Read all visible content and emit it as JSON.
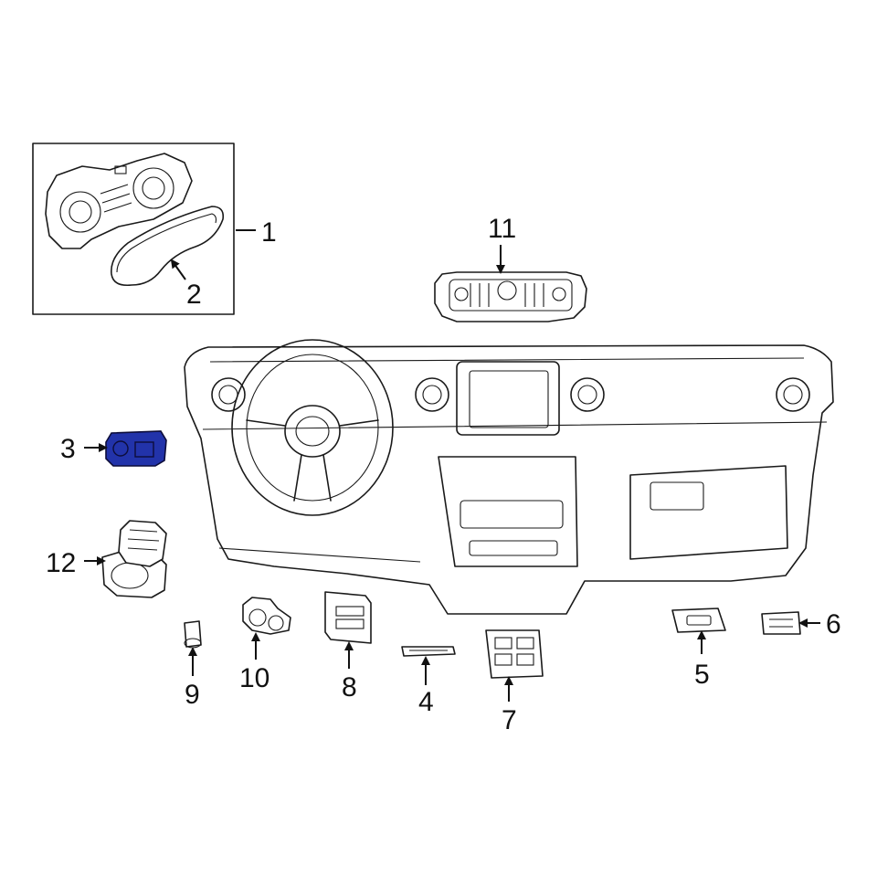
{
  "diagram": {
    "highlight_color": "#2233aa",
    "highlighted_part": "3",
    "callouts": {
      "c1": "1",
      "c2": "2",
      "c3": "3",
      "c4": "4",
      "c5": "5",
      "c6": "6",
      "c7": "7",
      "c8": "8",
      "c9": "9",
      "c10": "10",
      "c11": "11",
      "c12": "12"
    }
  }
}
